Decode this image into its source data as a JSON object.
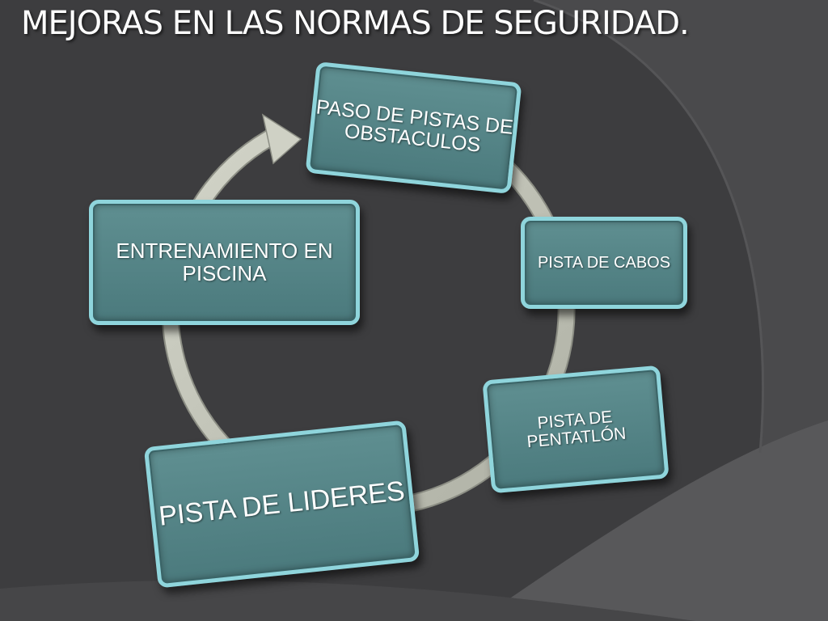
{
  "title": "MEJORAS EN LAS NORMAS DE SEGURIDAD.",
  "colors": {
    "background": "#3d3d3f",
    "node_fill": "#5a8a8c",
    "node_border": "#8fd5dc",
    "arrow": "#c9cbbf",
    "text": "#ffffff"
  },
  "nodes": [
    {
      "id": "obst",
      "label": "PASO DE PISTAS DE OBSTACULOS"
    },
    {
      "id": "cabos",
      "label": "PISTA DE CABOS"
    },
    {
      "id": "pent",
      "label": "PISTA DE PENTATLÓN"
    },
    {
      "id": "lid",
      "label": "PISTA DE LIDERES"
    },
    {
      "id": "pisc",
      "label": "ENTRENAMIENTO EN PISCINA"
    }
  ],
  "edges": [
    {
      "from": "obst",
      "to": "cabos"
    },
    {
      "from": "cabos",
      "to": "pent"
    },
    {
      "from": "pent",
      "to": "lid"
    },
    {
      "from": "lid",
      "to": "pisc"
    },
    {
      "from": "pisc",
      "to": "obst"
    }
  ]
}
